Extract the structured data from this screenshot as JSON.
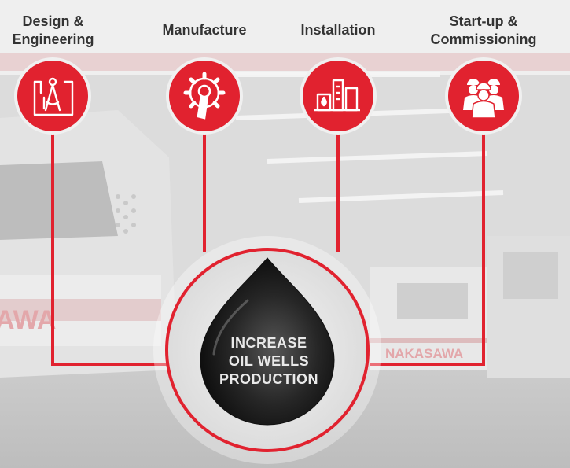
{
  "stages": [
    {
      "id": "design",
      "lines": [
        "Design &",
        "Engineering"
      ],
      "icon": "drafting-compass-icon"
    },
    {
      "id": "manufacture",
      "lines": [
        "Manufacture"
      ],
      "icon": "gear-wrench-icon"
    },
    {
      "id": "installation",
      "lines": [
        "Installation"
      ],
      "icon": "oil-facility-icon"
    },
    {
      "id": "startup",
      "lines": [
        "Start-up &",
        "Commissioning"
      ],
      "icon": "workers-team-icon"
    }
  ],
  "center": {
    "lines": [
      "INCREASE",
      "OIL WELLS",
      "PRODUCTION"
    ],
    "icon": "oil-drop-icon"
  },
  "background_text": {
    "left_fragment": "AWA",
    "right_fragment": "NAKASAWA"
  },
  "colors": {
    "accent": "#e1222f",
    "label": "#333333",
    "drop": "#1a1a1a",
    "drop_text": "#e9e9e9"
  }
}
